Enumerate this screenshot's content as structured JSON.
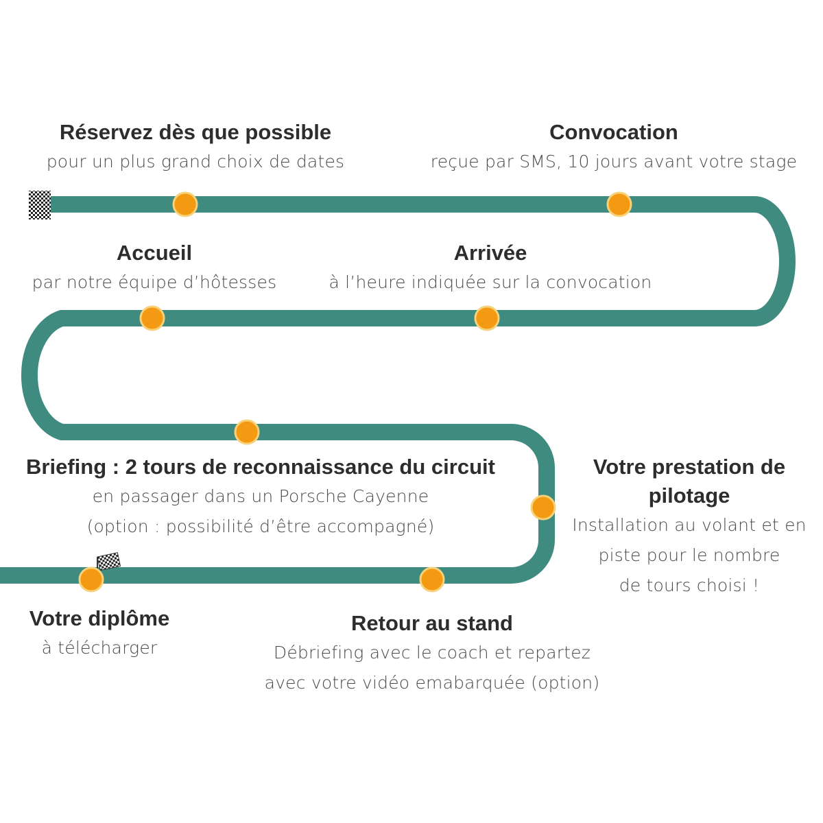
{
  "colors": {
    "track": "#3f8b80",
    "marker_fill": "#f39a12",
    "marker_ring": "#f7d27a",
    "text": "#2d2d2d"
  },
  "icons": [
    "checkered-flag-icon"
  ],
  "steps": [
    {
      "id": "reservez",
      "title": "Réservez dès que possible",
      "desc": [
        "pour un plus grand choix de dates"
      ]
    },
    {
      "id": "convocation",
      "title": "Convocation",
      "desc": [
        "reçue par SMS, 10 jours avant votre stage"
      ]
    },
    {
      "id": "accueil",
      "title": "Accueil",
      "desc": [
        "par notre équipe d’hôtesses"
      ]
    },
    {
      "id": "arrivee",
      "title": "Arrivée",
      "desc": [
        "à l’heure indiquée sur la convocation"
      ]
    },
    {
      "id": "briefing",
      "title": "Briefing : 2 tours de reconnaissance du circuit",
      "desc": [
        "en passager dans un Porsche Cayenne",
        "(option : possibilité d’être accompagné)"
      ]
    },
    {
      "id": "prestation",
      "title": "Votre prestation de pilotage",
      "desc": [
        "Installation au volant et en",
        "piste pour le nombre",
        "de tours choisi !"
      ]
    },
    {
      "id": "diplome",
      "title": "Votre diplôme",
      "desc": [
        "à télécharger"
      ]
    },
    {
      "id": "retour",
      "title": "Retour au stand",
      "desc": [
        "Débriefing avec le coach et repartez",
        "avec votre vidéo emabarquée (option)"
      ]
    }
  ]
}
